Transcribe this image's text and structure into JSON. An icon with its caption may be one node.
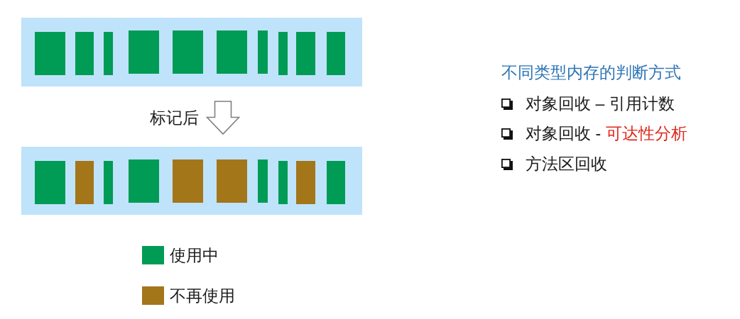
{
  "diagram": {
    "nodes": [
      {
        "text": [],
        "shape": "bar"
      },
      {
        "text": [],
        "shape": "bar"
      }
    ],
    "edges": [
      {
        "from": 0,
        "to": 1,
        "arrow": "to",
        "label": "标记后"
      }
    ],
    "labels": [
      "不同类型内存的判断方式",
      "对象回收 – 引用计数",
      "对象回收 -",
      "可达性分析",
      "方法区回收"
    ],
    "legend": [
      {
        "text": "使用中",
        "color": "#009b55"
      },
      {
        "text": "不再使用",
        "color": "#a3761a"
      }
    ]
  }
}
